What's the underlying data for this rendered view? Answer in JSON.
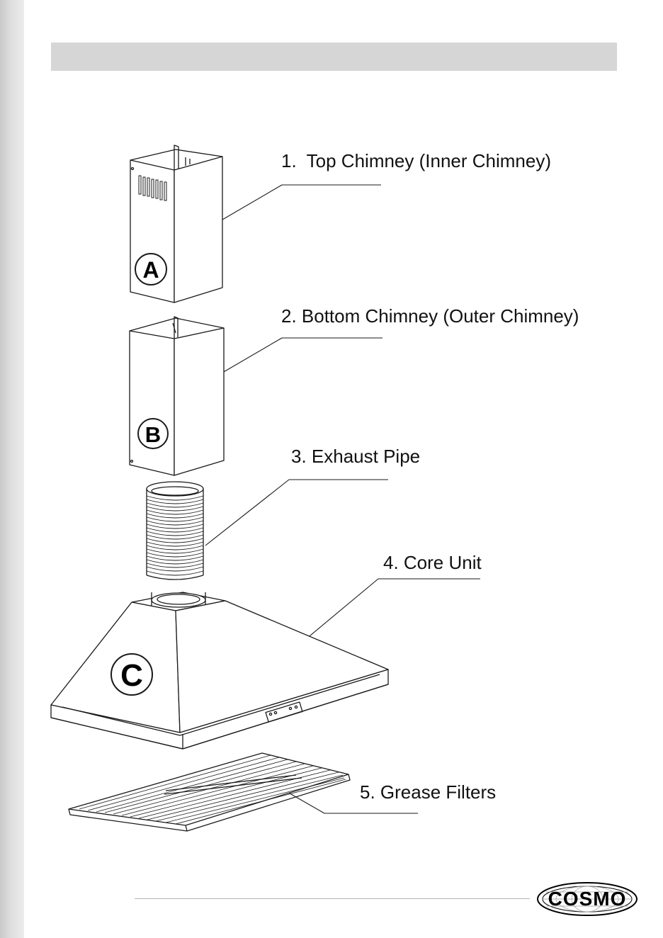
{
  "parts": [
    {
      "label": "1.  Top Chimney (Inner Chimney)",
      "marker": "A"
    },
    {
      "label": "2. Bottom Chimney (Outer Chimney)",
      "marker": "B"
    },
    {
      "label": "3. Exhaust Pipe"
    },
    {
      "label": "4. Core Unit",
      "marker": "C"
    },
    {
      "label": "5. Grease Filters"
    }
  ],
  "logo": {
    "text": "COSMO"
  }
}
